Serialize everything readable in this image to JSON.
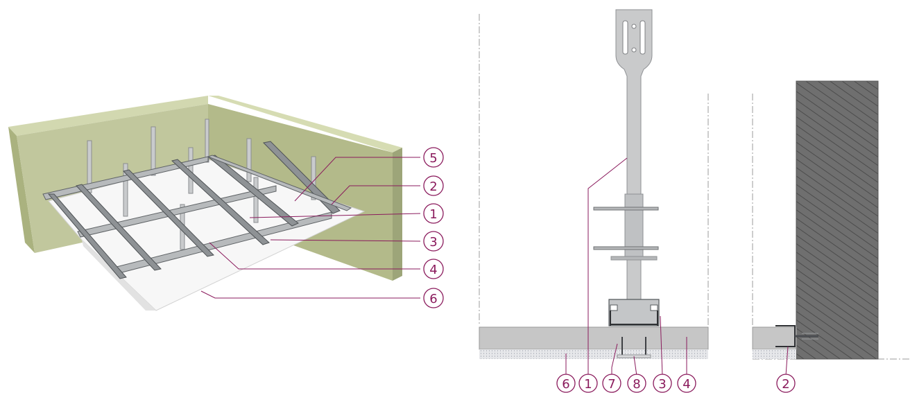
{
  "colors": {
    "callout": "#8a1a5c",
    "wall": "#c3c9a0",
    "wall_shade": "#9da579",
    "steel": "#b7babc",
    "board": "#ffffff",
    "hanger": "#c9cbcd",
    "masonry": "#6e6e6e"
  },
  "iso_view": {
    "callouts": [
      "5",
      "2",
      "1",
      "3",
      "4",
      "6"
    ]
  },
  "section_view": {
    "callouts": [
      "6",
      "1",
      "7",
      "8",
      "3",
      "4"
    ]
  },
  "wall_detail": {
    "callouts": [
      "2"
    ]
  }
}
